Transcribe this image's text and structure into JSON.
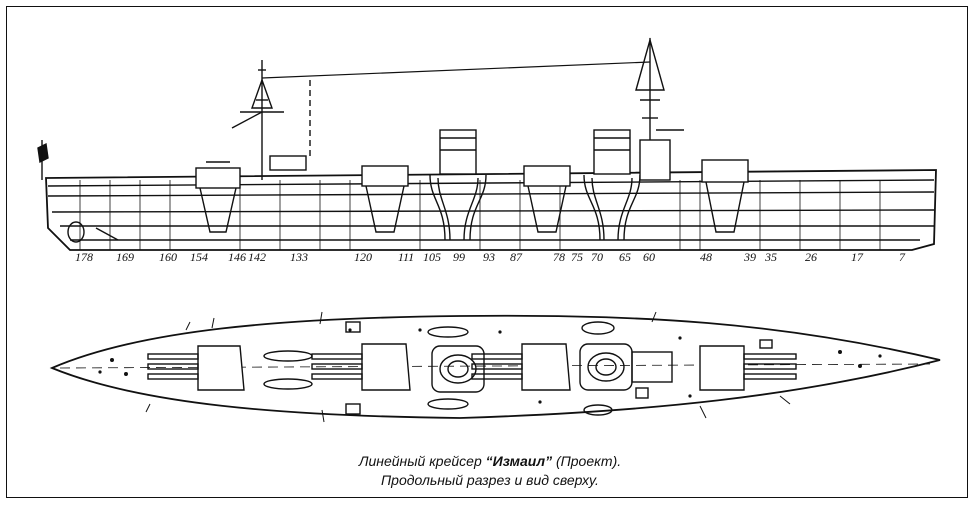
{
  "frame_labels": [
    "178",
    "169",
    "160",
    "154",
    "146",
    "142",
    "133",
    "120",
    "111",
    "105",
    "99",
    "93",
    "87",
    "78",
    "75",
    "70",
    "65",
    "60",
    "48",
    "39",
    "35",
    "26",
    "17",
    "7"
  ],
  "caption": {
    "line1_prefix": "Линейный крейсер ",
    "ship_name": "“Измаил”",
    "line1_suffix": " (Проект).",
    "line2": "Продольный разрез и вид сверху."
  }
}
